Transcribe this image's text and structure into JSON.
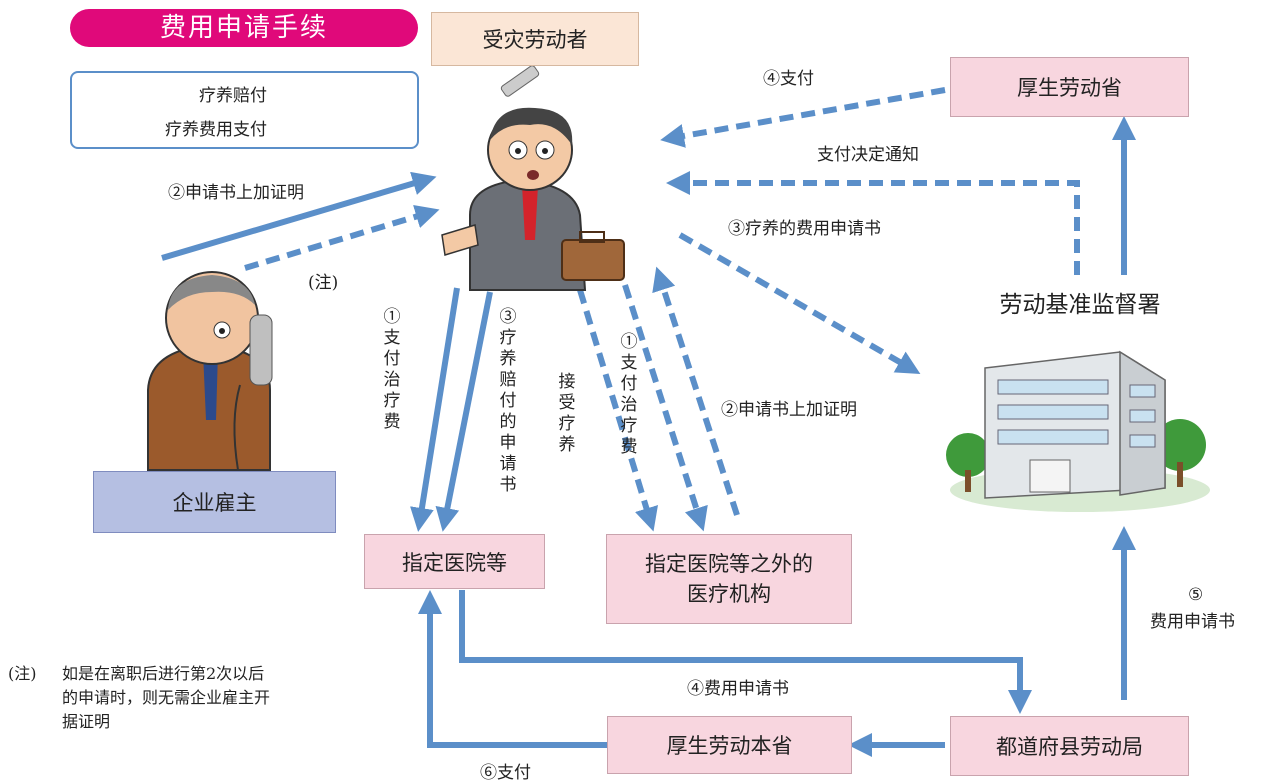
{
  "title": "费用申请手续",
  "legend": {
    "solid_label": "疗养赔付",
    "dashed_label": "疗养费用支付"
  },
  "colors": {
    "title_pill": "#e0097a",
    "arrow": "#5b8fc9",
    "pink_box": "#f8d6df",
    "lavender_box": "#b5bfe2",
    "beige_box": "#fbe6d6"
  },
  "nodes": {
    "worker": "受灾劳动者",
    "mhlw": "厚生劳动省",
    "employer": "企业雇主",
    "designated_hospital": "指定医院等",
    "other_medical_line1": "指定医院等之外的",
    "other_medical_line2": "医疗机构",
    "labor_office": "劳动基准监督署",
    "prefecture_bureau": "都道府县劳动局",
    "mhlw_main": "厚生劳动本省"
  },
  "labels": {
    "pay_4_top": "④支付",
    "payment_notice": "支付决定通知",
    "app_certify_left": "②申请书上加证明",
    "note_mark": "(注)",
    "app_medical_cost": "③疗养的费用申请书",
    "pay_treatment_1": "①支付治疗费",
    "app_compensation_3": "③疗养赔付的申请书",
    "receive_treatment": "接受疗养",
    "pay_treatment_1b": "①支付治疗费",
    "app_certify_right": "②申请书上加证明",
    "cost_app_5_num": "⑤",
    "cost_app_5": "费用申请书",
    "cost_app_4": "④费用申请书",
    "pay_6": "⑥支付"
  },
  "footnote": {
    "mark": "(注)",
    "line1": "如是在离职后进行第2次以后",
    "line2": "的申请时，则无需企业雇主开",
    "line3": "据证明"
  },
  "icons": {
    "worker_figure": "surprised-worker-illustration",
    "employer_figure": "employer-on-phone-illustration",
    "building": "office-building-icon"
  }
}
